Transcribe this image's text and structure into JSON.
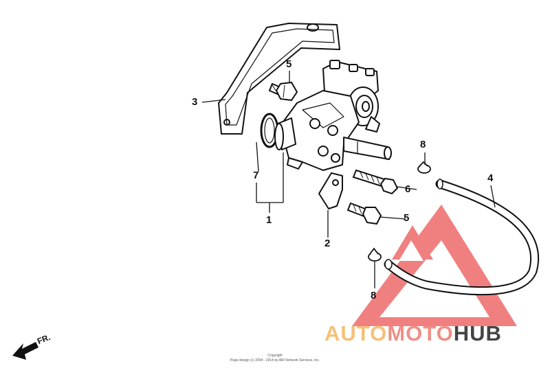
{
  "callouts": {
    "c1": "1",
    "c2": "2",
    "c3": "3",
    "c4": "4",
    "c5a": "5",
    "c5b": "5",
    "c6": "6",
    "c7": "7",
    "c8a": "8",
    "c8b": "8"
  },
  "direction_label": "FR.",
  "watermark": {
    "part1": "AUTO",
    "part2": "MOTO",
    "part3": "HUB",
    "colors": {
      "auto": "#f5c07a",
      "moto": "#ef8f86",
      "hub": "#444444",
      "logo": "#ee6b6b"
    }
  },
  "copyright": {
    "line1": "Copyright",
    "line2": "Page design (c) 2004 - 2014 by ARI Network Services, Inc."
  },
  "icons": [
    "front-arrow-icon",
    "automotohub-logo-icon"
  ]
}
